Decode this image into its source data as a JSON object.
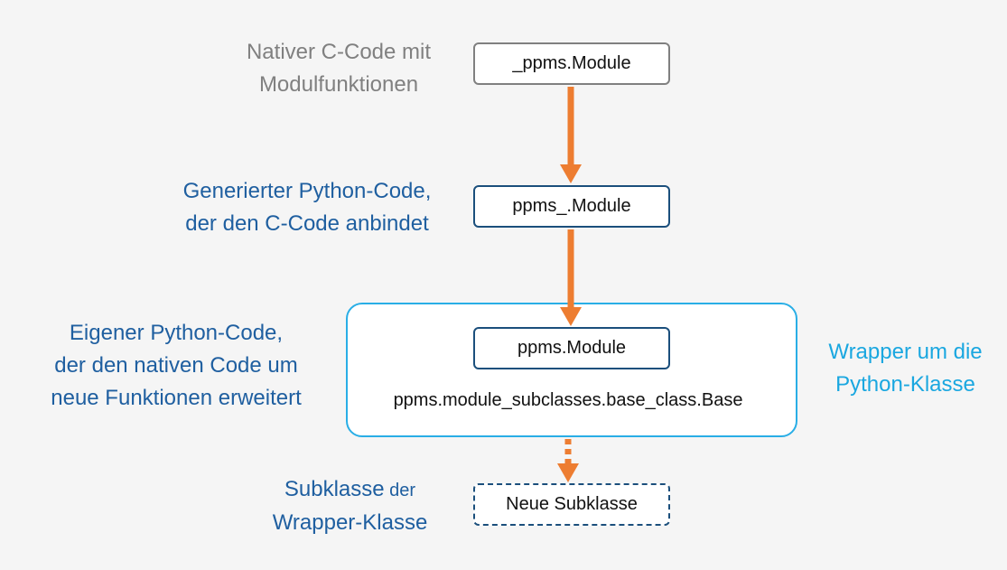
{
  "labels": {
    "native_c_code": [
      "Nativer C-Code mit",
      "Modulfunktionen"
    ],
    "generated_python": [
      "Generierter Python-Code,",
      "der den C-Code anbindet"
    ],
    "own_python": [
      "Eigener Python-Code,",
      "der den nativen Code um",
      "neue Funktionen erweitert"
    ],
    "subclass": {
      "line1_big": "Subklasse",
      "line1_small": " der",
      "line2": "Wrapper-Klasse"
    },
    "wrapper": [
      "Wrapper um die",
      "Python-Klasse"
    ]
  },
  "nodes": {
    "ppms_c_module": "_ppms.Module",
    "ppms_underscore_module": "ppms_.Module",
    "ppms_module": "ppms.Module",
    "base_class": "ppms.module_subclasses.base_class.Base",
    "new_subclass": "Neue Subklasse"
  },
  "colors": {
    "arrow": "#ed7d31",
    "wrapper_border": "#29aee6",
    "node_border_blue": "#1b4f7c",
    "node_border_gray": "#808080",
    "label_blue": "#1f5fa0",
    "label_gray": "#808080",
    "label_cyan": "#1aa7e0"
  }
}
